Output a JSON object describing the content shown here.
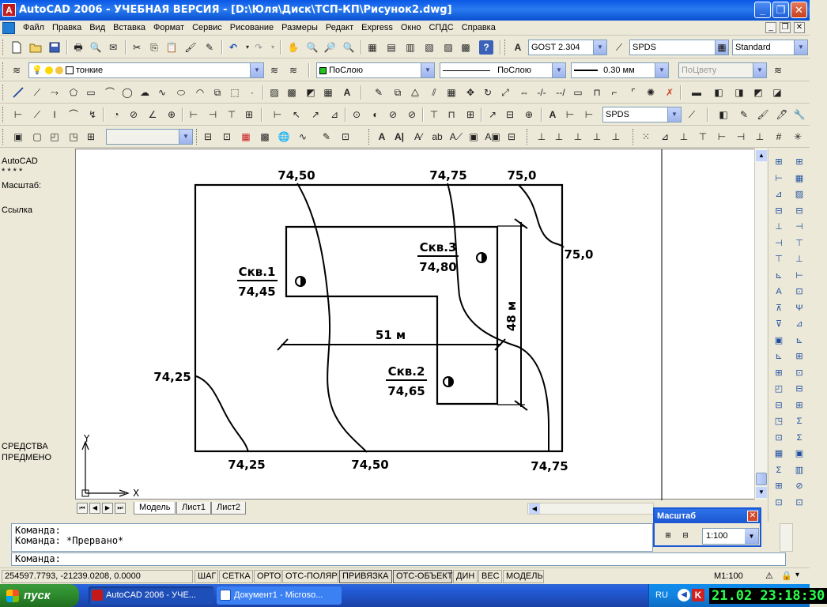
{
  "window": {
    "title": "AutoCAD 2006 - УЧЕБНАЯ ВЕРСИЯ - [D:\\Юля\\Диск\\ТСП-КП\\Рисунок2.dwg]",
    "app_icon_letter": "A"
  },
  "menu": {
    "items": [
      "Файл",
      "Правка",
      "Вид",
      "Вставка",
      "Формат",
      "Сервис",
      "Рисование",
      "Размеры",
      "Редакт",
      "Express",
      "Окно",
      "СПДС",
      "Справка"
    ]
  },
  "toolbar_standard": {
    "text_style": "GOST 2.304",
    "dim_style": "SPDS",
    "table_style": "Standard"
  },
  "layers": {
    "current_layer": "тонкие",
    "color": "ПоСлою",
    "linetype": "ПоСлою",
    "lineweight": "0.30 мм",
    "plotstyle": "ПоЦвету"
  },
  "dim_toolbar": {
    "dim_style": "SPDS"
  },
  "left_panel": {
    "lines": [
      "AutoCAD",
      "* * * *",
      "Масштаб:",
      "",
      "Ссылка",
      "СРЕДСТВА",
      "ПРЕДМЕНО"
    ]
  },
  "drawing": {
    "contours": [
      "74,50",
      "74,75",
      "75,0",
      "75,0",
      "74,25",
      "74,25",
      "74,50",
      "74,75"
    ],
    "wells": [
      {
        "name": "Скв.1",
        "elev": "74,45"
      },
      {
        "name": "Скв.3",
        "elev": "74,80"
      },
      {
        "name": "Скв.2",
        "elev": "74,65"
      }
    ],
    "dim_horizontal": "51 м",
    "dim_vertical": "48 м",
    "ucs_x": "X",
    "ucs_y": "Y"
  },
  "layout_tabs": [
    "Модель",
    "Лист1",
    "Лист2"
  ],
  "command": {
    "history": [
      "Команда:",
      "Команда: *Прервано*"
    ],
    "prompt": "Команда:"
  },
  "status": {
    "coords": "254597.7793, -21239.0208, 0.0000",
    "modes": [
      "ШАГ",
      "СЕТКА",
      "ОРТО",
      "ОТС-ПОЛЯР",
      "ПРИВЯЗКА",
      "ОТС-ОБЪЕКТ",
      "ДИН",
      "ВЕС",
      "МОДЕЛЬ"
    ],
    "scale": "M1:100"
  },
  "float_scale": {
    "title": "Масштаб",
    "value": "1:100"
  },
  "taskbar": {
    "start": "пуск",
    "tasks": [
      "AutoCAD 2006 - УЧЕ...",
      "Документ1 - Microso..."
    ],
    "lang": "RU",
    "clock": "21.02 23:18:30"
  },
  "colors": {
    "titlebar": "#0a58e6",
    "layer_color_swatch": "#22c322",
    "clock_text": "#29ff4a"
  }
}
